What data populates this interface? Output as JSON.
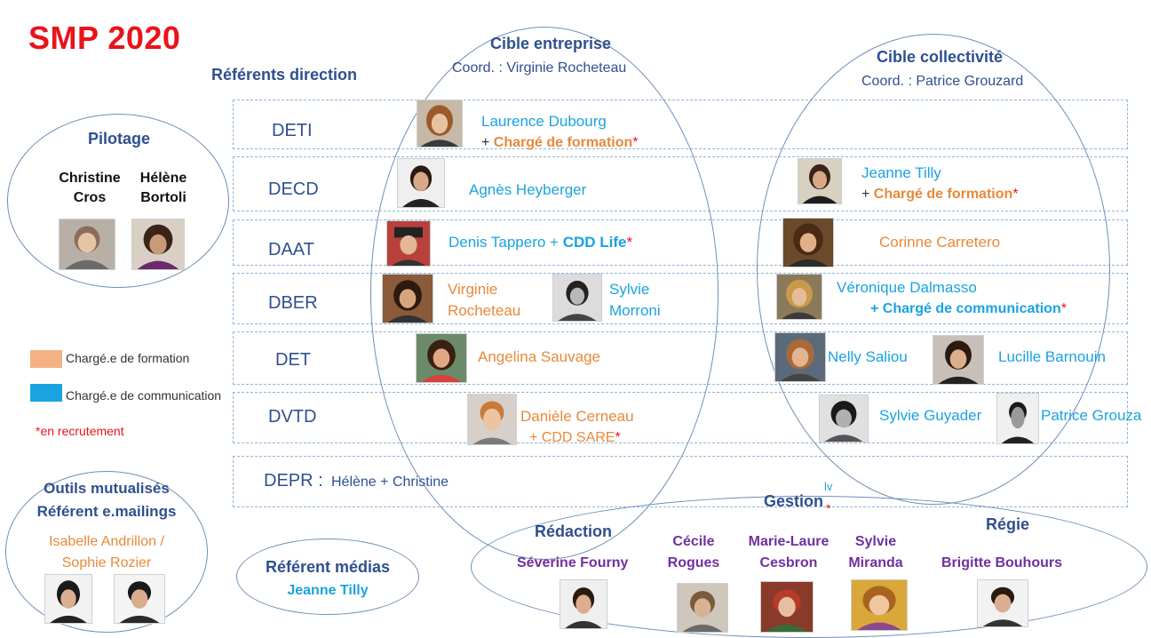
{
  "title": "SMP 2020",
  "referents_heading": "Référents direction",
  "cible_entreprise": {
    "title": "Cible entreprise",
    "coord": "Coord. : Virginie Rocheteau"
  },
  "cible_collectivite": {
    "title": "Cible collectivité",
    "coord": "Coord. : Patrice Grouzard"
  },
  "pilotage": {
    "title": "Pilotage",
    "person1": "Christine\nCros",
    "person2": "Hélène\nBortoli"
  },
  "rows": [
    {
      "dir": "DETI"
    },
    {
      "dir": "DECD"
    },
    {
      "dir": "DAAT"
    },
    {
      "dir": "DBER"
    },
    {
      "dir": "DET"
    },
    {
      "dir": "DVTD"
    },
    {
      "dir": "DEPR :"
    }
  ],
  "deti": {
    "name": "Laurence Dubourg",
    "plus": "+ ",
    "role": "Chargé de formation",
    "star": "*"
  },
  "decd": {
    "name": "Agnès Heyberger",
    "right_name": "Jeanne Tilly",
    "right_plus": "+ ",
    "right_role": "Chargé de formation",
    "right_star": "*"
  },
  "daat": {
    "name": "Denis Tappero + ",
    "role": "CDD Life",
    "star": "*",
    "right_name": "Corinne Carretero"
  },
  "dber": {
    "name1": "Virginie\nRocheteau",
    "name2": "Sylvie\nMorroni",
    "right_name": "Véronique Dalmasso",
    "right_role": "+ Chargé de communication",
    "right_star": "*"
  },
  "det": {
    "name": "Angelina Sauvage",
    "right_name1": "Nelly Saliou",
    "right_name2": "Lucille Barnouin"
  },
  "dvtd": {
    "name": "Danièle Cerneau",
    "role": "+ CDD SARE",
    "star": "*",
    "right_name1": "Sylvie Guyader",
    "right_name2": "Patrice Grouza"
  },
  "depr": {
    "text": "Hélène  + Christine"
  },
  "legend": {
    "formation": "Chargé.e de formation",
    "communication": "Chargé.e de communication",
    "recruit": "*en recrutement"
  },
  "colors": {
    "formation": "#f4b183",
    "communication": "#1aa3e0",
    "title": "#e8141b",
    "navy": "#2f4f8f",
    "purple": "#7030a0"
  },
  "outils": {
    "title1": "Outils mutualisés",
    "title2": "Référent e.mailings",
    "names": "Isabelle Andrillon /\nSophie Rozier"
  },
  "medias": {
    "title": "Référent médias",
    "name": "Jeanne Tilly"
  },
  "gestion": {
    "title": "Gestion",
    "lv": "lv",
    "star": "*"
  },
  "redaction": {
    "title": "Rédaction",
    "name": "Séverine Fourny"
  },
  "cecile": "Cécile\nRogues",
  "marie": "Marie-Laure\nCesbron",
  "sylvie_m": "Sylvie\nMiranda",
  "regie": {
    "title": "Régie",
    "name": "Brigitte Bouhours"
  }
}
